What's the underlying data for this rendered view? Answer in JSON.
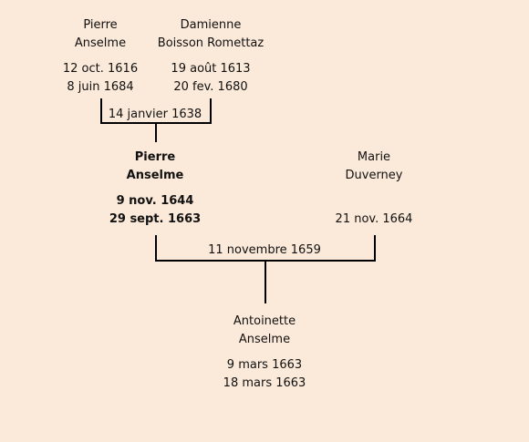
{
  "grandfather": {
    "first": "Pierre",
    "last": "Anselme",
    "birth": "12 oct. 1616",
    "death": "8 juin 1684"
  },
  "grandmother": {
    "first": "Damienne",
    "last": "Boisson Romettaz",
    "birth": "19 août 1613",
    "death": "20 fev. 1680"
  },
  "parents_marriage": "14 janvier 1638",
  "subject": {
    "first": "Pierre",
    "last": "Anselme",
    "birth": "9 nov. 1644",
    "death": "29 sept. 1663"
  },
  "spouse": {
    "first": "Marie",
    "last": "Duverney",
    "birth": "",
    "death": "21 nov. 1664"
  },
  "subject_marriage": "11 novembre 1659",
  "child": {
    "first": "Antoinette",
    "last": "Anselme",
    "birth": "9 mars 1663",
    "death": "18 mars 1663"
  }
}
